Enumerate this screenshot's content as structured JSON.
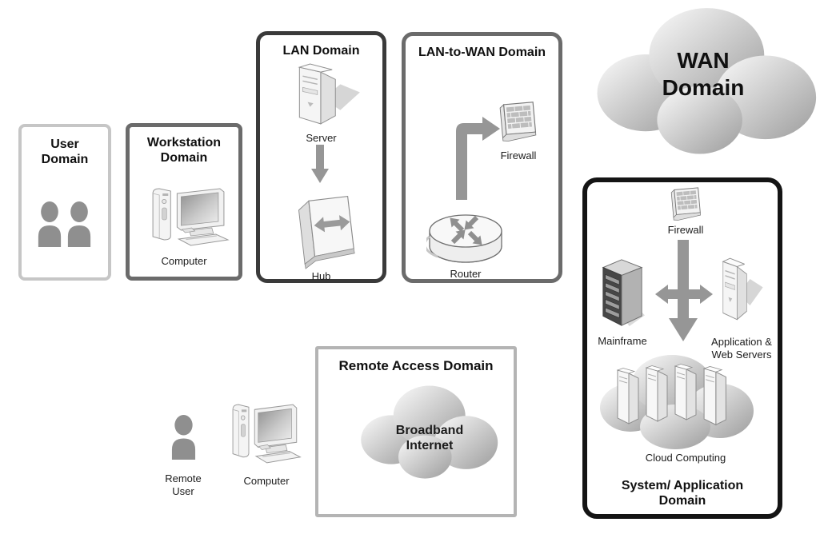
{
  "domains": {
    "user": {
      "title": "User Domain"
    },
    "workstation": {
      "title": "Workstation Domain",
      "computer_label": "Computer"
    },
    "lan": {
      "title": "LAN Domain",
      "server_label": "Server",
      "hub_label": "Hub"
    },
    "lan_to_wan": {
      "title": "LAN-to-WAN Domain",
      "firewall_label": "Firewall",
      "router_label": "Router"
    },
    "wan": {
      "title": "WAN Domain"
    },
    "remote_access": {
      "title": "Remote Access Domain",
      "cloud_label": "Broadband Internet"
    },
    "system_application": {
      "title": "System/ Application Domain",
      "firewall_label": "Firewall",
      "mainframe_label": "Mainframe",
      "app_web_servers_label": "Application & Web Servers",
      "cloud_computing_label": "Cloud Computing"
    }
  },
  "remote_endpoint": {
    "user_label": "Remote User",
    "computer_label": "Computer"
  },
  "colors": {
    "background": "#ffffff",
    "text": "#101010",
    "arrow_gray": "#969696",
    "person_gray": "#8f8f8f",
    "user_border": "#c6c6c6",
    "workstation_border": "#6b6b6b",
    "lan_border": "#3a3a3a",
    "lan_to_wan_border": "#6b6b6b",
    "remote_access_border": "#b4b4b4",
    "system_application_border": "#141414",
    "cloud_gradient_start": "#fbfbfb",
    "cloud_gradient_end": "#9c9c9c"
  }
}
